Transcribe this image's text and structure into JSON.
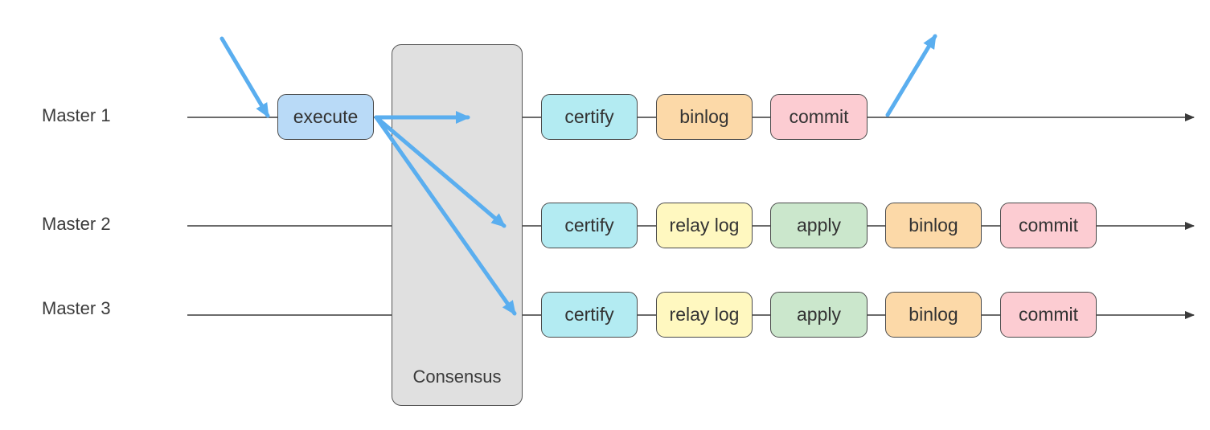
{
  "rows": [
    {
      "label": "Master 1",
      "steps": [
        "execute",
        "certify",
        "binlog",
        "commit"
      ]
    },
    {
      "label": "Master 2",
      "steps": [
        "certify",
        "relay log",
        "apply",
        "binlog",
        "commit"
      ]
    },
    {
      "label": "Master 3",
      "steps": [
        "certify",
        "relay log",
        "apply",
        "binlog",
        "commit"
      ]
    }
  ],
  "consensus": {
    "label": "Consensus"
  },
  "colors": {
    "execute": "#b9daf7",
    "certify": "#b3ebf2",
    "binlog": "#fcd9a8",
    "commit": "#fcccd2",
    "relay log": "#fff8c0",
    "apply": "#cbe7cc",
    "arrow": "#5aaeef",
    "line": "#3a3a3a"
  }
}
